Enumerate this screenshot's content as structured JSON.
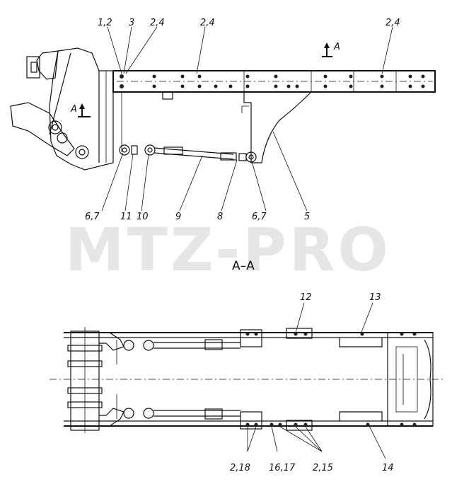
{
  "watermark": "MTZ-PRO",
  "section_label": "А–А",
  "cut_marker": "А",
  "top_view_labels": {
    "l_1_2": "1,2",
    "l_3": "3",
    "l_2_4_a": "2,4",
    "l_2_4_b": "2,4",
    "l_2_4_c": "2,4",
    "l_6_7_a": "6,7",
    "l_11": "11",
    "l_10": "10",
    "l_9": "9",
    "l_8": "8",
    "l_6_7_b": "6,7",
    "l_5": "5"
  },
  "section_view_labels": {
    "l_12": "12",
    "l_13": "13",
    "l_2_18": "2,18",
    "l_16_17": "16,17",
    "l_2_15": "2,15",
    "l_14": "14"
  }
}
